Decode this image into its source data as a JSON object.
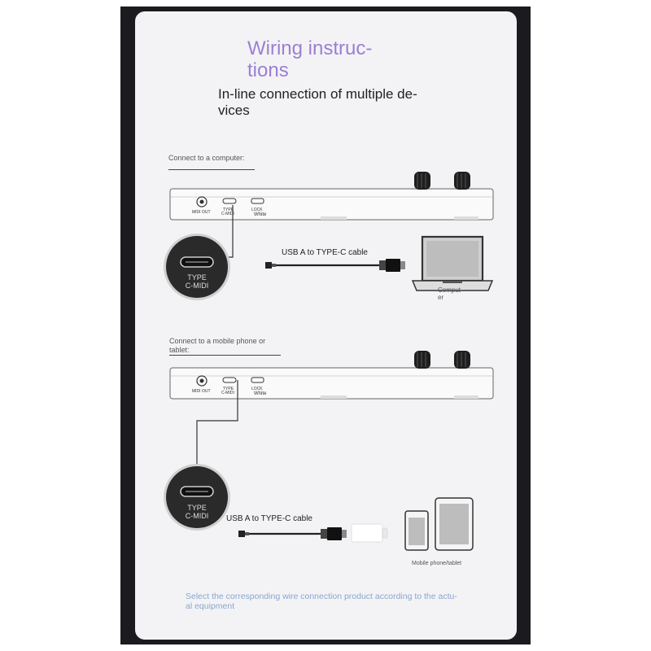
{
  "header": {
    "title": "Wiring instruc-\ntions",
    "subtitle": "In-line connection of multiple de-\nvices"
  },
  "section_computer": {
    "heading": "Connect to a computer:",
    "port_labels": {
      "midi_out": "MIDI OUT",
      "type_c": "TYPE\nC-MIDI",
      "lock": "LOCK",
      "white": "White"
    },
    "callout_label": "TYPE\nC-MIDI",
    "cable_label": "USB A to TYPE-C cable",
    "device_label": "Comput-\ner"
  },
  "section_mobile": {
    "heading": "Connect to a mobile phone or\ntablet:",
    "port_labels": {
      "midi_out": "MIDI OUT",
      "type_c": "TYPE\nC-MIDI",
      "lock": "LOCK",
      "white": "White"
    },
    "callout_label": "TYPE\nC-MIDI",
    "cable_label": "USB A to TYPE-C cable",
    "device_label": "Mobile phone/tablet"
  },
  "footer": "Select the corresponding wire connection product according to the actu-\nal equipment",
  "colors": {
    "frame": "#1a1a1f",
    "card": "#f3f3f5",
    "title": "#9b7fd3",
    "footer": "#8aa6cf"
  }
}
